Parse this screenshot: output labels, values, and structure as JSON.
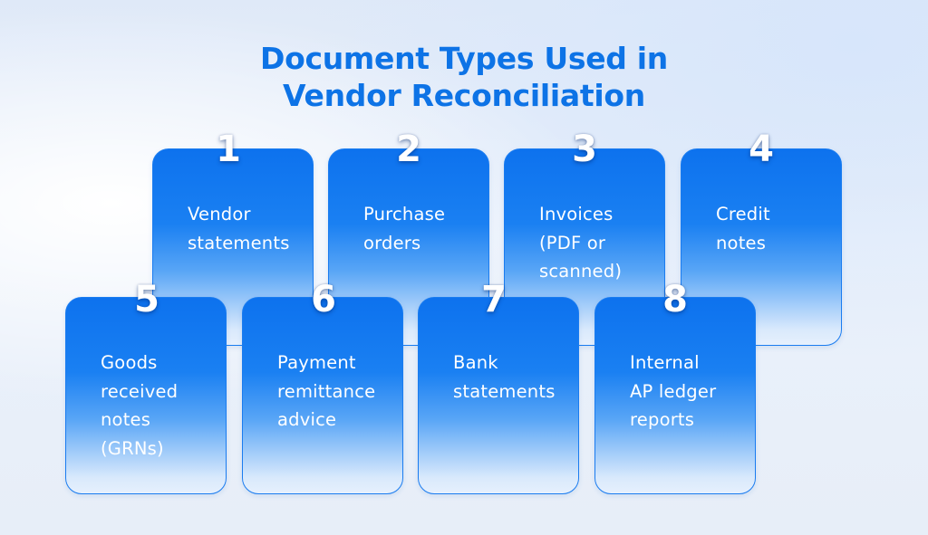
{
  "title": {
    "line1": "Document Types Used in",
    "line2": "Vendor Reconciliation"
  },
  "items": [
    {
      "number": "1",
      "label": "Vendor\nstatements"
    },
    {
      "number": "2",
      "label": "Purchase\norders"
    },
    {
      "number": "3",
      "label": "Invoices\n(PDF or\nscanned)"
    },
    {
      "number": "4",
      "label": "Credit\nnotes"
    },
    {
      "number": "5",
      "label": "Goods\nreceived\nnotes\n(GRNs)"
    },
    {
      "number": "6",
      "label": "Payment\nremittance\nadvice"
    },
    {
      "number": "7",
      "label": "Bank\nstatements"
    },
    {
      "number": "8",
      "label": "Internal\nAP ledger\nreports"
    }
  ],
  "colors": {
    "accent": "#0d73e6",
    "card_top": "#0d72ee",
    "card_bottom": "#e6f0fd"
  }
}
